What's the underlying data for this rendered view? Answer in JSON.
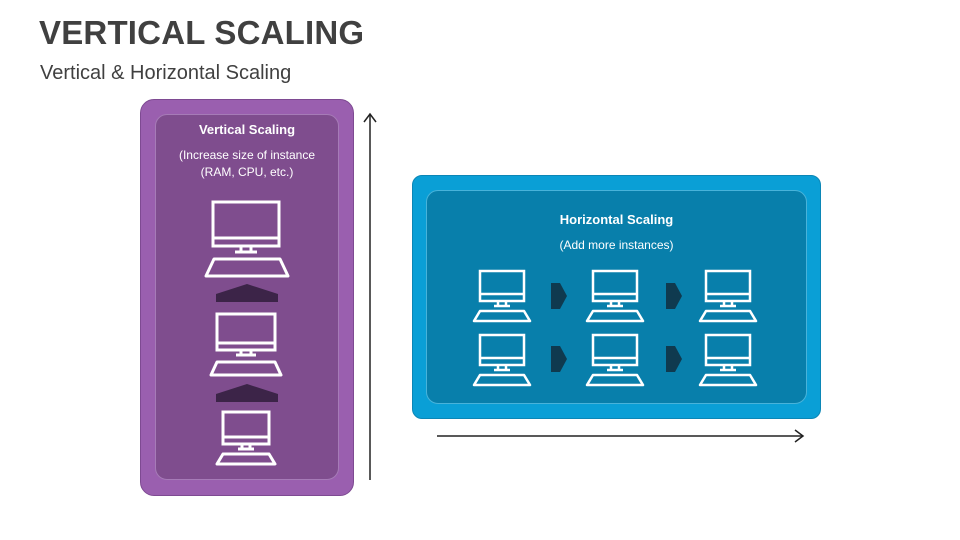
{
  "slide": {
    "title": "VERTICAL SCALING",
    "subtitle": "Vertical & Horizontal Scaling"
  },
  "vertical_panel": {
    "title": "Vertical Scaling",
    "description_line1": "(Increase size of instance",
    "description_line2": "(RAM, CPU, etc.)",
    "color_outer": "#9a5faf",
    "color_inner": "#7f4d8e"
  },
  "horizontal_panel": {
    "title": "Horizontal Scaling",
    "description": "(Add more instances)",
    "color_outer": "#0a9fd6",
    "color_inner": "#087fab"
  },
  "icons": {
    "computer": "desktop-computer-icon",
    "up_arrow": "up-arrow-icon",
    "right_arrow": "right-chevron-arrow-icon"
  }
}
